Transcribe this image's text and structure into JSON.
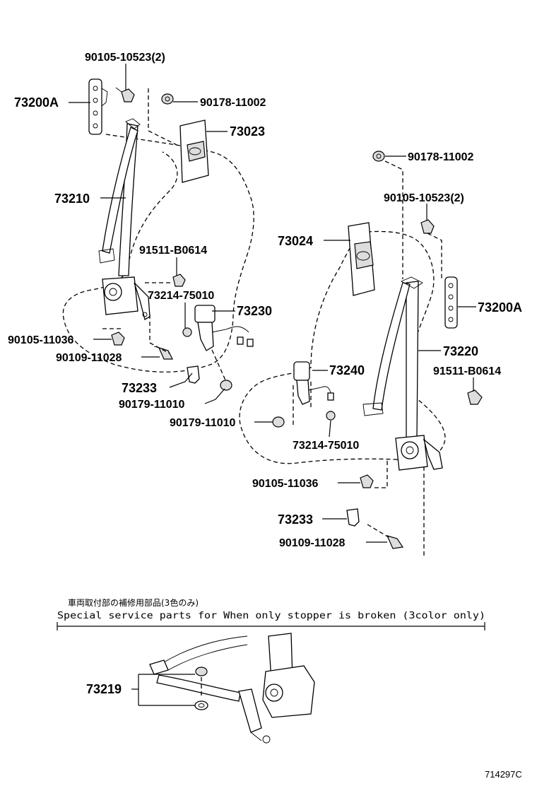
{
  "labels": {
    "l1": "90105-10523(2)",
    "l2": "73200A",
    "l3": "90178-11002",
    "l4": "73023",
    "l5": "73210",
    "l6": "91511-B0614",
    "l7": "73214-75010",
    "l8": "73230",
    "l9": "90105-11036",
    "l10": "90109-11028",
    "l11": "73233",
    "l12": "90179-11010",
    "r1": "90178-11002",
    "r2": "90105-10523(2)",
    "r3": "73024",
    "r4": "73200A",
    "r5": "73220",
    "r6": "91511-B0614",
    "r7": "73240",
    "r8": "90179-11010",
    "r9": "73214-75010",
    "r10": "90105-11036",
    "r11": "73233",
    "r12": "90109-11028",
    "b1": "73219"
  },
  "note": {
    "jp": "車両取付部の補修用部品(3色のみ)",
    "en": "Special  service  parts  for  When  only  stopper  is  broken  (3color  only)"
  },
  "illustration_number": "714297C"
}
